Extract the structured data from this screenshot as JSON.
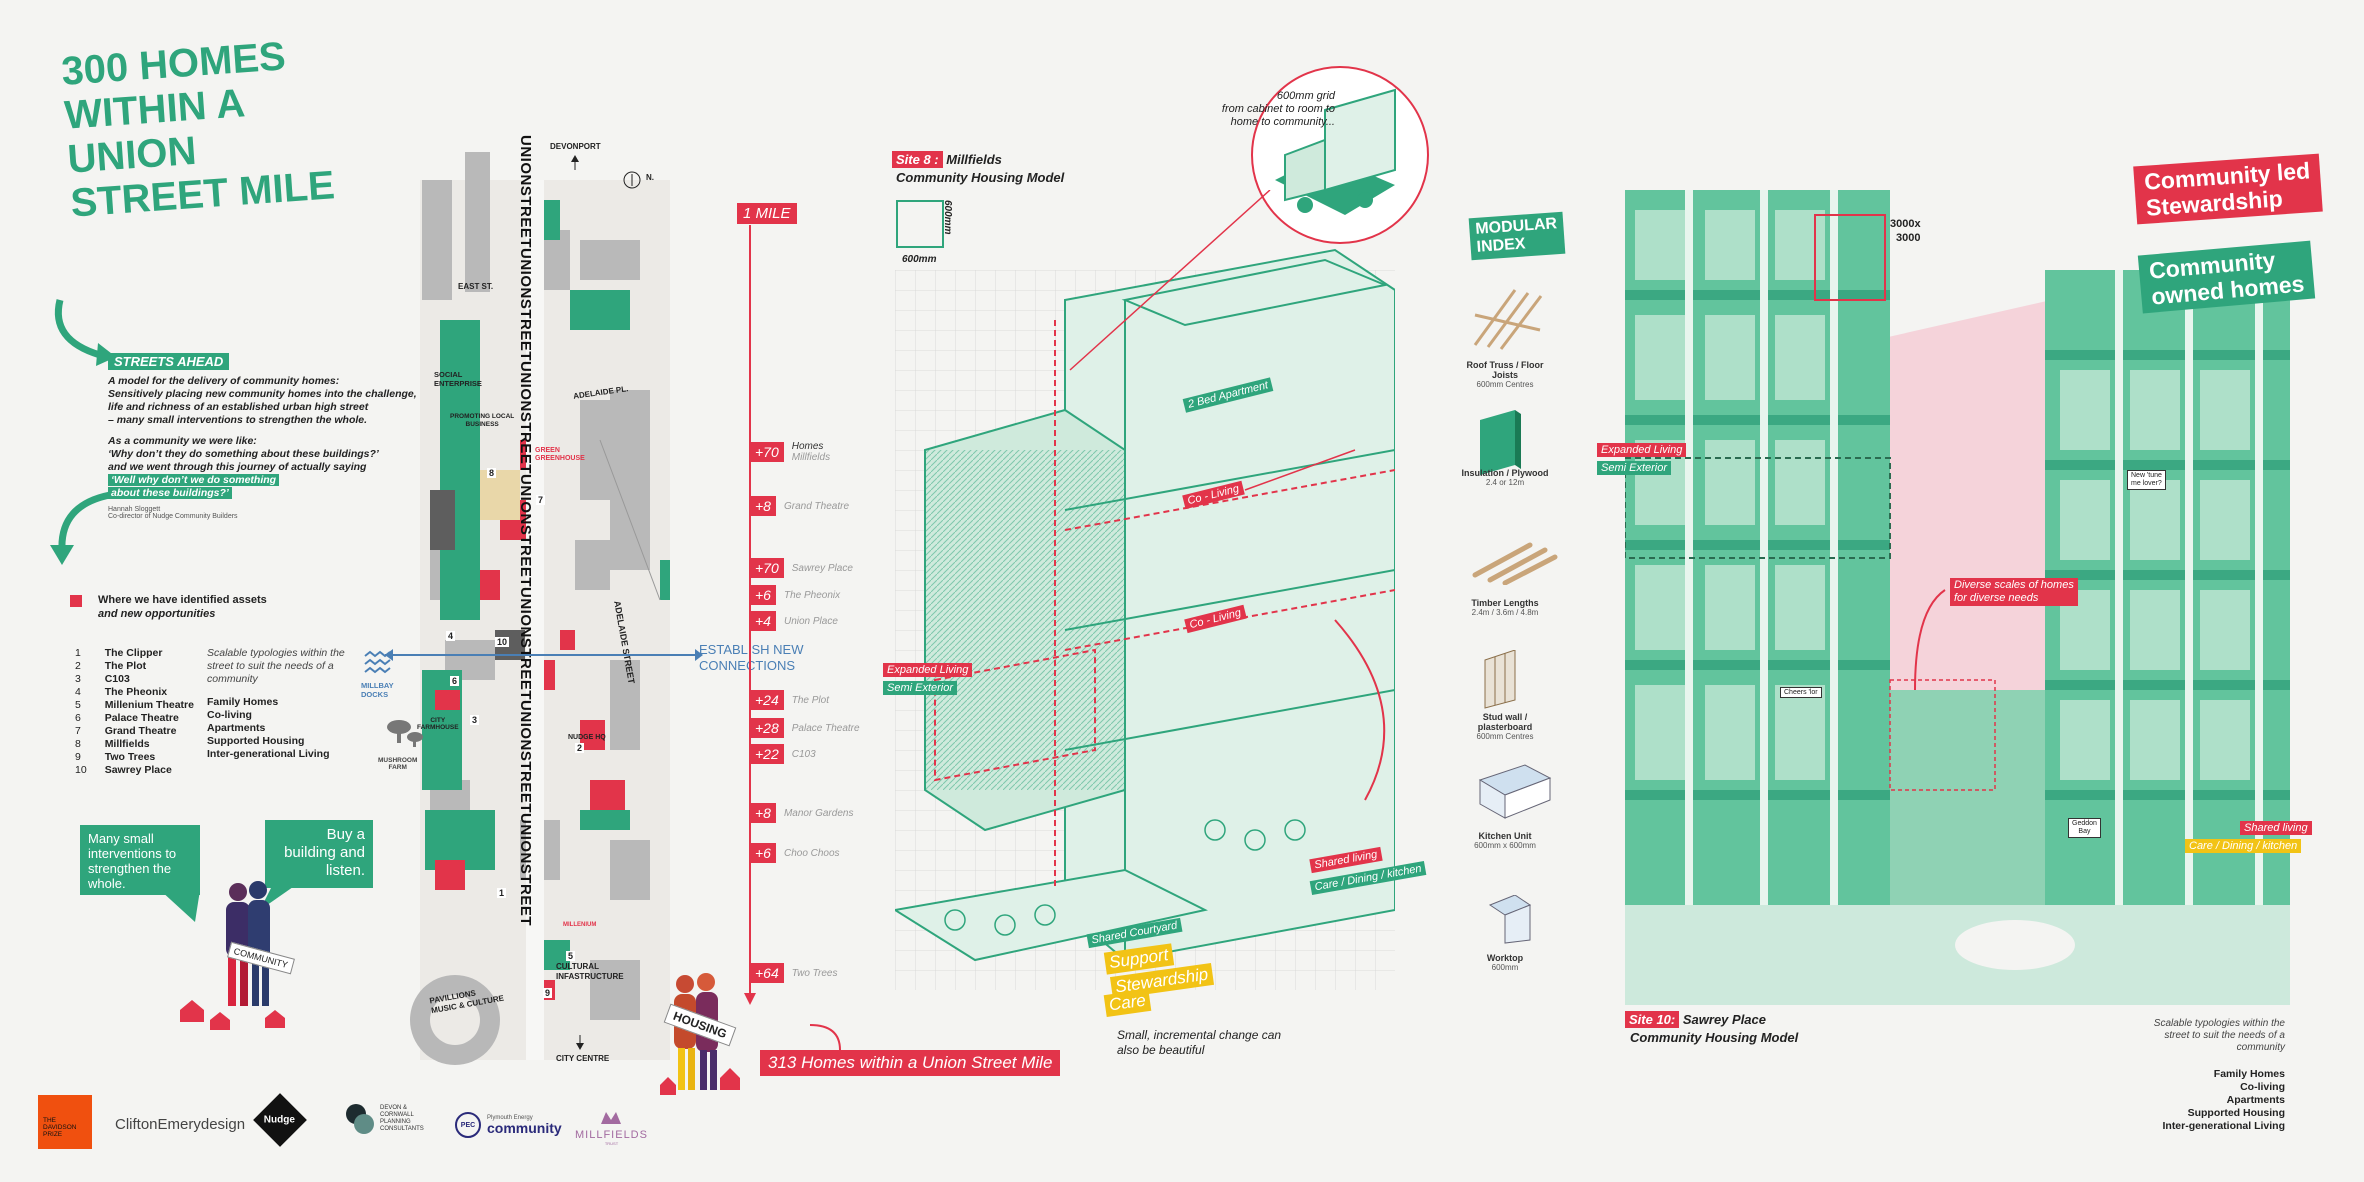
{
  "title": [
    "300 HOMES",
    "WITHIN A",
    "UNION",
    "STREET MILE"
  ],
  "streets_ahead": {
    "tag": "STREETS AHEAD",
    "body": [
      "A model for the delivery of community homes:",
      "Sensitively placing new community homes into the challenge,",
      "life and richness of an established urban high street",
      "– many small interventions to strengthen the whole."
    ],
    "quote_intro": [
      "As a community we were like:",
      "‘Why don’t they do something about these buildings?’",
      "and we went through this journey of actually saying"
    ],
    "quote_highlight": [
      "‘Well why don’t we do something",
      "about these buildings?’"
    ],
    "author": "Hannah Sloggett",
    "author_role": "Co-director of Nudge Community Builders"
  },
  "legend_text": [
    "Where we have identified assets",
    "and new opportunities"
  ],
  "sites": [
    {
      "n": "1",
      "name": "The Clipper"
    },
    {
      "n": "2",
      "name": "The Plot"
    },
    {
      "n": "3",
      "name": "C103"
    },
    {
      "n": "4",
      "name": "The Pheonix"
    },
    {
      "n": "5",
      "name": "Millenium Theatre"
    },
    {
      "n": "6",
      "name": "Palace Theatre"
    },
    {
      "n": "7",
      "name": "Grand Theatre"
    },
    {
      "n": "8",
      "name": "Millfields"
    },
    {
      "n": "9",
      "name": "Two Trees"
    },
    {
      "n": "10",
      "name": "Sawrey Place"
    }
  ],
  "typologies_intro": [
    "Scalable typologies within the",
    "street to suit the needs of a",
    "community"
  ],
  "typologies": [
    "Family Homes",
    "Co-living",
    "Apartments",
    "Supported Housing",
    "Inter-generational Living"
  ],
  "speech": {
    "left": [
      "Many small",
      "interventions to",
      "strengthen the",
      "whole."
    ],
    "right": [
      "Buy a",
      "building and",
      "listen."
    ],
    "sign1": "COMMUNITY",
    "sign2": "HOUSING"
  },
  "map": {
    "vertical_street": "UNIONSTREETUNIONSTREETUNIONSTREETUNIONSTREETUNIONSTREETUNIONSTREETUNIONSTREET",
    "devonport": "DEVONPORT",
    "north": "N.",
    "east_st": "EAST ST.",
    "social_enterprise": [
      "SOCIAL",
      "ENTERPRISE"
    ],
    "promoting": [
      "PROMOTING LOCAL",
      "BUSINESS"
    ],
    "adelaide_pl": "ADELAIDE PL.",
    "adelaide_st": "ADELAIDE STREET",
    "green_house": [
      "GREEN",
      "GREENHOUSE"
    ],
    "community": "COMMUNITY",
    "city_farmhouse": [
      "CITY",
      "FARMHOUSE"
    ],
    "nudge_hq": "NUDGE HQ",
    "mushroom": [
      "MUSHROOM",
      "FARM"
    ],
    "millbay": [
      "MILLBAY",
      "DOCKS"
    ],
    "pavilions": [
      "PAVILLIONS",
      "MUSIC & CULTURE"
    ],
    "cultural": [
      "CULTURAL",
      "INFASTRUCTURE"
    ],
    "millenium": "MILLENIUM",
    "city_centre": "CITY CENTRE",
    "connections": [
      "ESTABLISH NEW",
      "CONNECTIONS"
    ],
    "numbers": [
      "1",
      "2",
      "3",
      "4",
      "5",
      "6",
      "7",
      "8",
      "9",
      "10"
    ]
  },
  "mile": {
    "label": "1 MILE",
    "rows": [
      {
        "n": "+70",
        "l": "Homes",
        "l2": "Millfields"
      },
      {
        "n": "+8",
        "l": "Grand Theatre"
      },
      {
        "n": "+70",
        "l": "Sawrey Place"
      },
      {
        "n": "+6",
        "l": "The Pheonix"
      },
      {
        "n": "+4",
        "l": "Union Place"
      },
      {
        "n": "+24",
        "l": "The Plot"
      },
      {
        "n": "+28",
        "l": "Palace Theatre"
      },
      {
        "n": "+22",
        "l": "C103"
      },
      {
        "n": "+8",
        "l": "Manor Gardens"
      },
      {
        "n": "+6",
        "l": "Choo Choos"
      },
      {
        "n": "+64",
        "l": "Two Trees"
      }
    ],
    "total": "313 Homes within a Union Street Mile"
  },
  "site8": {
    "tag": "Site 8 :",
    "name": "Millfields",
    "model": "Community Housing Model",
    "grid_v": "600mm",
    "grid_h": "600mm",
    "callout": [
      "600mm grid",
      "from cabinet to room to",
      "home to community..."
    ],
    "labels": {
      "apt": "2 Bed Apartment",
      "coliving1": "Co - Living",
      "coliving2": "Co - Living",
      "exp1": "Expanded Living",
      "semi1": "Semi Exterior",
      "shared_living": "Shared living",
      "care": "Care / Dining / kitchen",
      "courtyard": "Shared Courtyard"
    },
    "support": [
      "Support",
      "Stewardship",
      "Care"
    ],
    "foot": [
      "Small, incremental change can",
      "also be beautiful"
    ]
  },
  "modular": {
    "title": [
      "MODULAR",
      "INDEX"
    ],
    "items": [
      {
        "label": "Roof Truss / Floor Joists",
        "sub": "600mm Centres"
      },
      {
        "label": "Insulation / Plywood",
        "sub": "2.4 or 12m"
      },
      {
        "label": "Timber Lengths",
        "sub": "2.4m / 3.6m / 4.8m"
      },
      {
        "label": "Stud wall / plasterboard",
        "sub": "600mm Centres"
      },
      {
        "label": "Kitchen Unit",
        "sub": "600mm x 600mm"
      },
      {
        "label": "Worktop",
        "sub": "600mm"
      }
    ]
  },
  "site10": {
    "tag": "Site 10:",
    "name": "Sawrey Place",
    "model": "Community Housing Model",
    "dims": [
      "3000x",
      "3000"
    ],
    "labels": {
      "exp": "Expanded Living",
      "semi": "Semi Exterior",
      "diverse": [
        "Diverse scales of homes",
        "for diverse needs"
      ],
      "shared": "Shared living",
      "care": "Care / Dining / kitchen",
      "cheers": "Cheers 'lor",
      "new_tune": [
        "New 'tune",
        "me lover?"
      ],
      "gedd": [
        "Geddon",
        "Bay"
      ]
    },
    "headline1": [
      "Community led",
      "Stewardship"
    ],
    "headline2": [
      "Community",
      "owned homes"
    ],
    "foot_intro": [
      "Scalable typologies within the",
      "street to suit the needs of a",
      "community"
    ],
    "foot_list": [
      "Family Homes",
      "Co-living",
      "Apartments",
      "Supported Housing",
      "Inter-generational Living"
    ]
  },
  "logos": {
    "davidson": [
      "THE",
      "DAVIDSON",
      "PRIZE"
    ],
    "clifton": "CliftonEmery",
    "clifton2": "design",
    "nudge": "Nudge",
    "devon": [
      "DEVON &",
      "CORNWALL",
      "PLANNING",
      "CONSULTANTS"
    ],
    "pec": "PEC",
    "community_small": "Plymouth Energy",
    "community": "community",
    "millfields": "MILLFIELDS",
    "millfields_sub": "TRUST"
  },
  "colors": {
    "green": "#2fa57c",
    "red": "#e2344a",
    "yellow": "#f2c315",
    "blue": "#4a7fb5"
  }
}
